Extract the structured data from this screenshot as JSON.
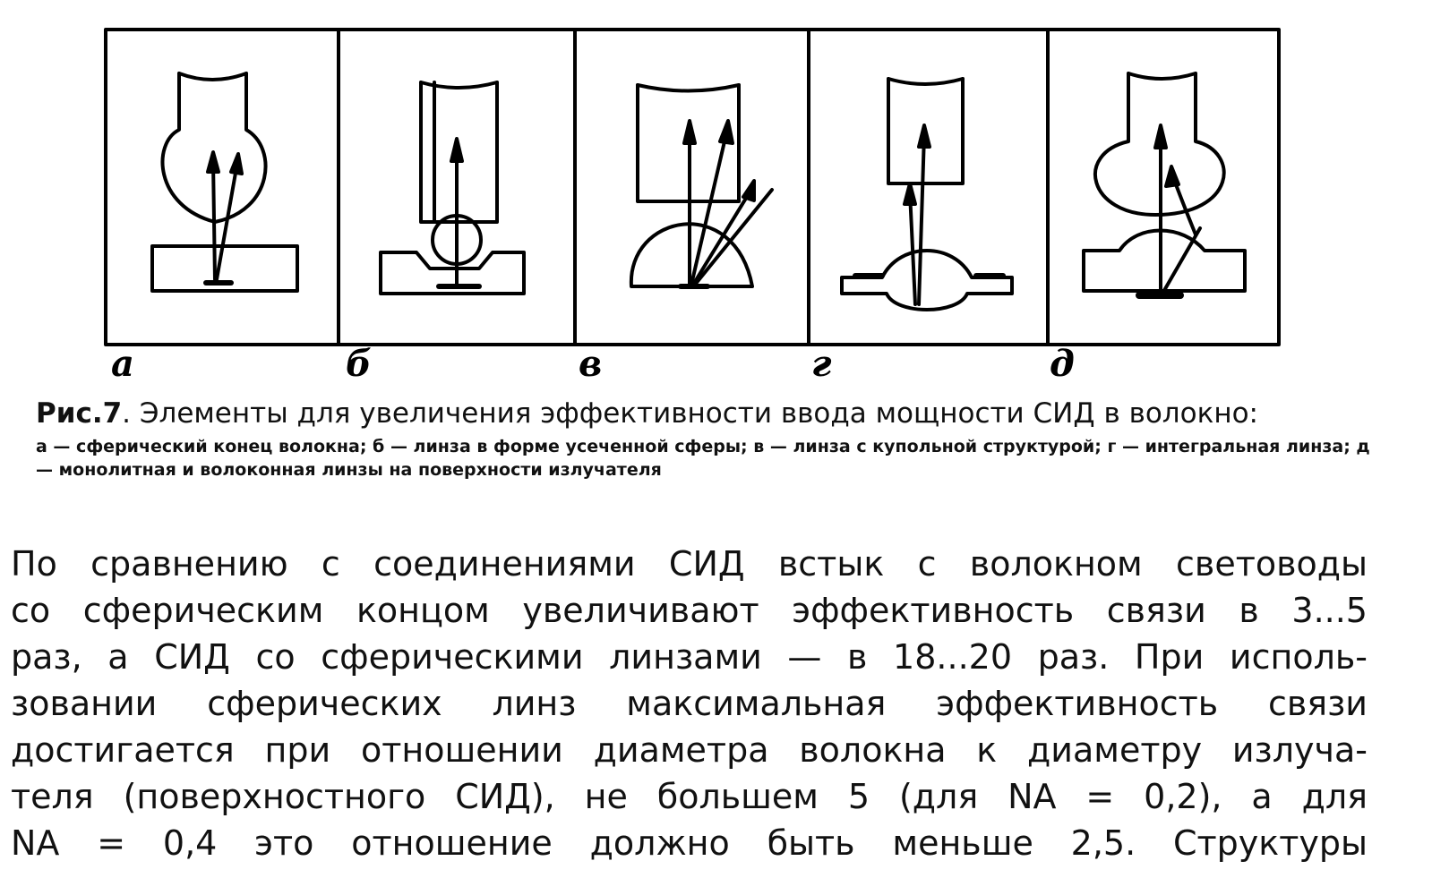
{
  "figure": {
    "panel_labels": [
      "а",
      "б",
      "в",
      "г",
      "д"
    ]
  },
  "caption": {
    "fig_number": "Рис.7",
    "title_text": ". Элементы для увеличения эффективности ввода мощности СИД в волокно:",
    "legend": "а — сферический конец волокна; б — линза в форме усеченной сферы; в — линза с купольной структурой; г — интегральная линза; д — монолитная и волоконная линзы на поверхности излучателя"
  },
  "body": {
    "lines": [
      "По сравнению с соединениями СИД встык с волокном световоды",
      "со сферическим концом увеличивают эффективность связи в 3...5",
      "раз, а СИД со сферическими линзами — в 18...20 раз. При исполь-",
      "зовании сферических линз максимальная эффективность связи",
      "достигается при отношении диаметра волокна к диаметру излуча-",
      "теля (поверхностного СИД), не большем 5 (для NA = 0,2), а для",
      "NA = 0,4 это отношение должно быть меньше 2,5. Структуры"
    ]
  }
}
